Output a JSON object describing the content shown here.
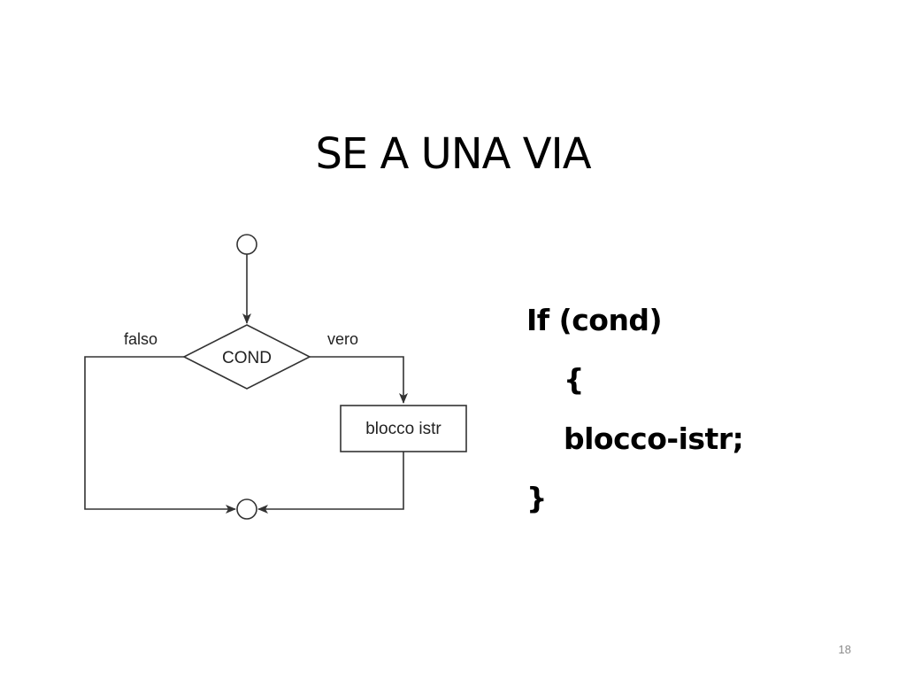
{
  "slide": {
    "title": "SE A UNA VIA",
    "page_number": "18"
  },
  "flowchart": {
    "condition_label": "COND",
    "block_label": "blocco istr",
    "false_label": "falso",
    "true_label": "vero"
  },
  "code": {
    "lines": [
      "If (cond)",
      "{",
      "blocco-istr;",
      "}"
    ]
  },
  "colors": {
    "stroke": "#333333",
    "text": "#000000",
    "page_number": "#8c8c8c"
  }
}
